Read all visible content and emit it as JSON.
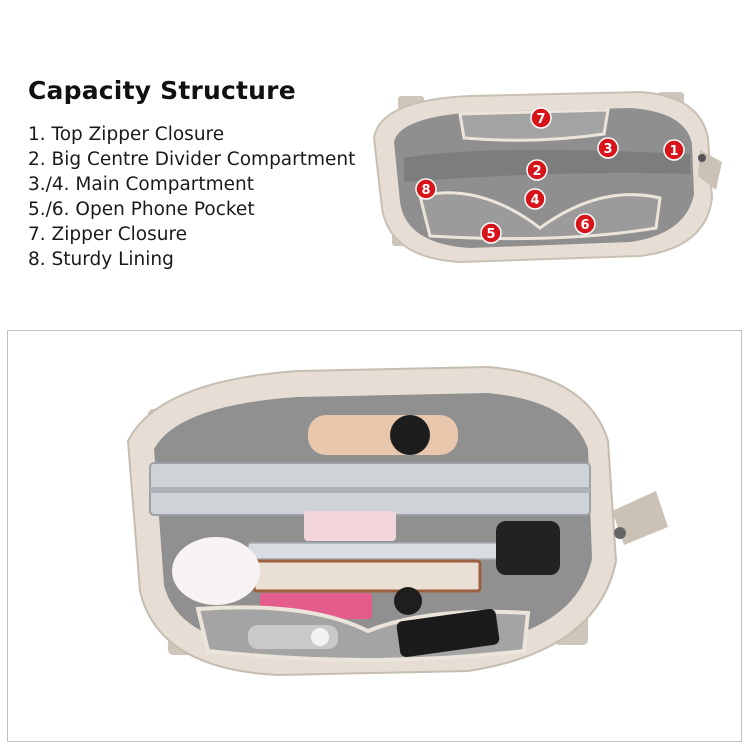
{
  "heading": "Capacity Structure",
  "features": [
    "1. Top Zipper Closure",
    "2. Big Centre Divider Compartment",
    "3./4. Main Compartment",
    "5./6. Open Phone Pocket",
    "7. Zipper Closure",
    "8. Sturdy Lining"
  ],
  "markers": [
    "1",
    "2",
    "3",
    "4",
    "5",
    "6",
    "7",
    "8"
  ],
  "colors": {
    "marker": "#d7141a",
    "leather": "#e6ded4",
    "lining": "#8f8f8f",
    "text": "#111111"
  }
}
